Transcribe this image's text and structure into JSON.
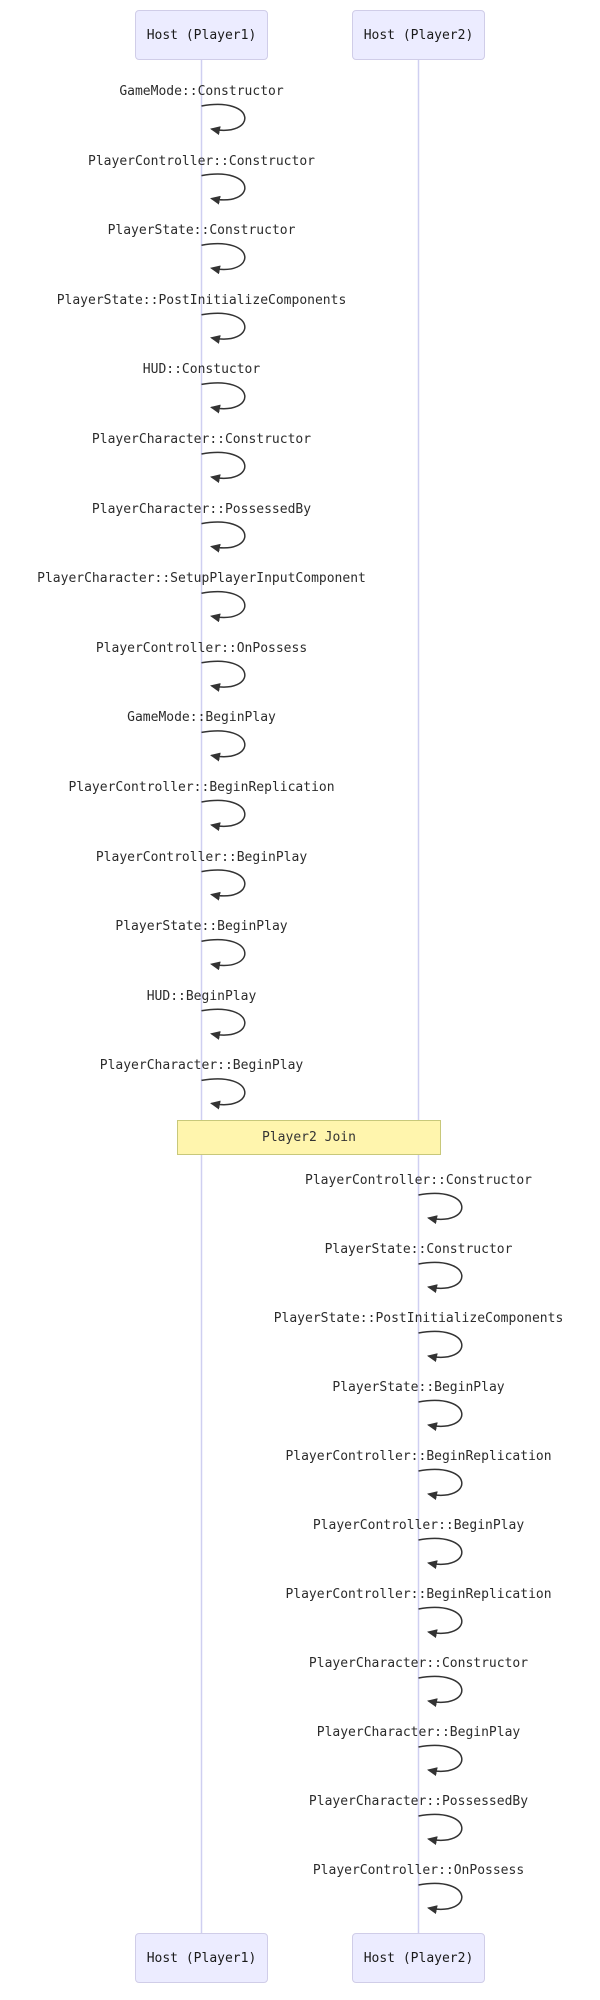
{
  "diagram": {
    "type": "sequence-diagram",
    "actors": [
      {
        "id": "host1",
        "label": "Host (Player1)"
      },
      {
        "id": "host2",
        "label": "Host (Player2)"
      }
    ],
    "host1_messages": [
      "GameMode::Constructor",
      "PlayerController::Constructor",
      "PlayerState::Constructor",
      "PlayerState::PostInitializeComponents",
      "HUD::Constuctor",
      "PlayerCharacter::Constructor",
      "PlayerCharacter::PossessedBy",
      "PlayerCharacter::SetupPlayerInputComponent",
      "PlayerController::OnPossess",
      "GameMode::BeginPlay",
      "PlayerController::BeginReplication",
      "PlayerController::BeginPlay",
      "PlayerState::BeginPlay",
      "HUD::BeginPlay",
      "PlayerCharacter::BeginPlay"
    ],
    "note": {
      "label": "Player2 Join"
    },
    "host2_messages": [
      "PlayerController::Constructor",
      "PlayerState::Constructor",
      "PlayerState::PostInitializeComponents",
      "PlayerState::BeginPlay",
      "PlayerController::BeginReplication",
      "PlayerController::BeginPlay",
      "PlayerController::BeginReplication",
      "PlayerCharacter::Constructor",
      "PlayerCharacter::BeginPlay",
      "PlayerCharacter::PossessedBy",
      "PlayerController::OnPossess"
    ]
  },
  "colors": {
    "background": "#ffffff",
    "actor_fill": "#ececff",
    "actor_border": "#d0cde8",
    "actor_text": "#1a1a1a",
    "lifeline": "#cfcff1",
    "message_line": "#333333",
    "message_text": "#2b2b2b",
    "note_fill": "#fff5ad",
    "note_border": "#c8c87a",
    "note_text": "#333333"
  }
}
